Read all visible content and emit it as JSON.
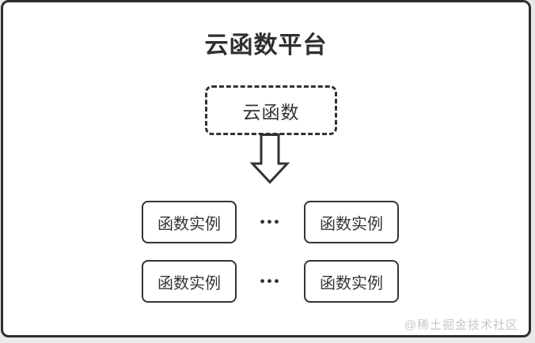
{
  "diagram": {
    "title": "云函数平台",
    "cloud_function": {
      "label": "云函数"
    },
    "arrow_icon": "down-block-arrow",
    "rows": [
      {
        "left": "函数实例",
        "dots": "•••",
        "right": "函数实例"
      },
      {
        "left": "函数实例",
        "dots": "•••",
        "right": "函数实例"
      }
    ],
    "watermark": "@稀土掘金技术社区",
    "colors": {
      "stroke": "#333333",
      "frame_border": "#2e2e2e",
      "text": "#333333",
      "watermark_text": "#c7c7c7",
      "background": "#ffffff",
      "page_background": "#e9e9e9"
    }
  }
}
